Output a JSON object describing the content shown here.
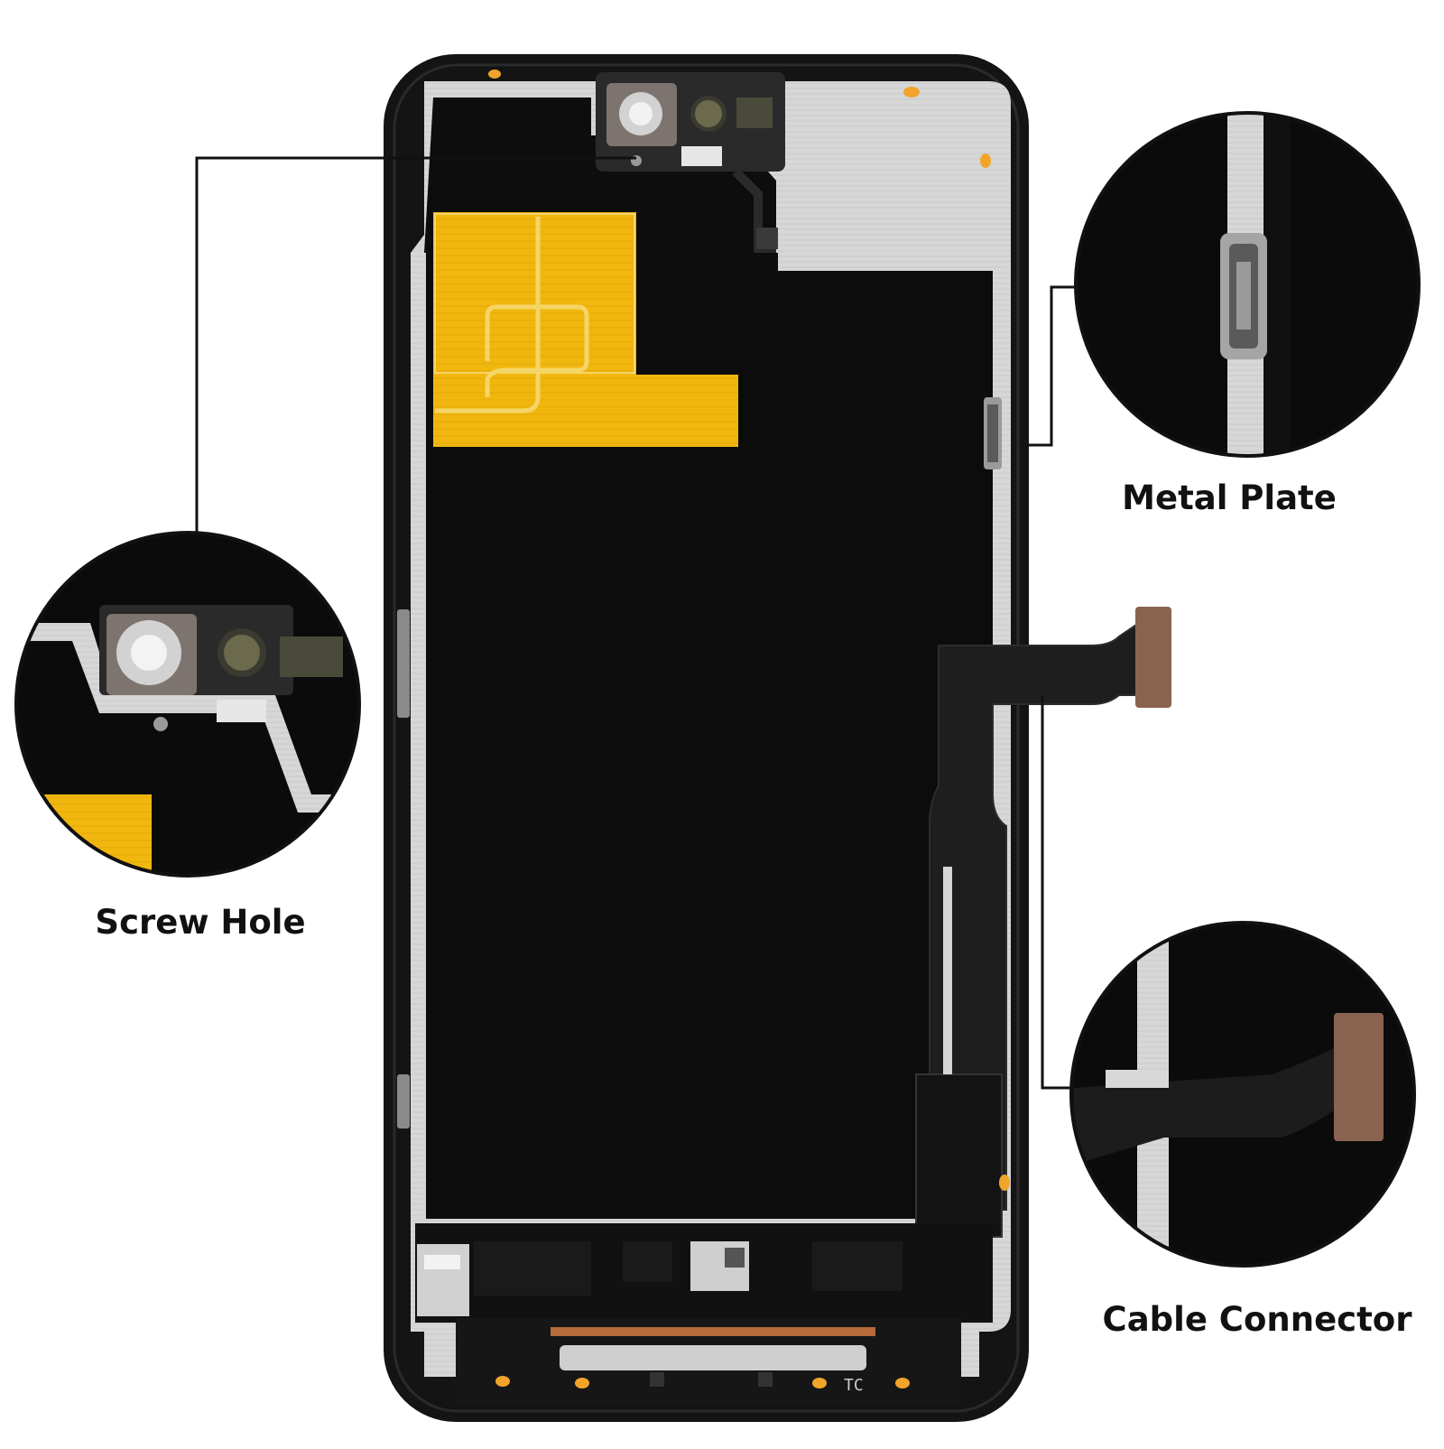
{
  "colors": {
    "background": "#ffffff",
    "frame": "#141414",
    "panel": "#0c0c0c",
    "metal": "#d9d9d9",
    "adhesive": "#f1b70e",
    "line": "#111111",
    "cable_tip": "#8a6350",
    "orange_dot": "#f0a52a"
  },
  "product": {
    "kind": "smartphone-display-assembly-back-view"
  },
  "printed_text": {
    "board_marking": "TC"
  },
  "callouts": [
    {
      "id": "screw-hole",
      "label": "Screw Hole"
    },
    {
      "id": "metal-plate",
      "label": "Metal Plate"
    },
    {
      "id": "cable-connector",
      "label": "Cable Connector"
    }
  ]
}
